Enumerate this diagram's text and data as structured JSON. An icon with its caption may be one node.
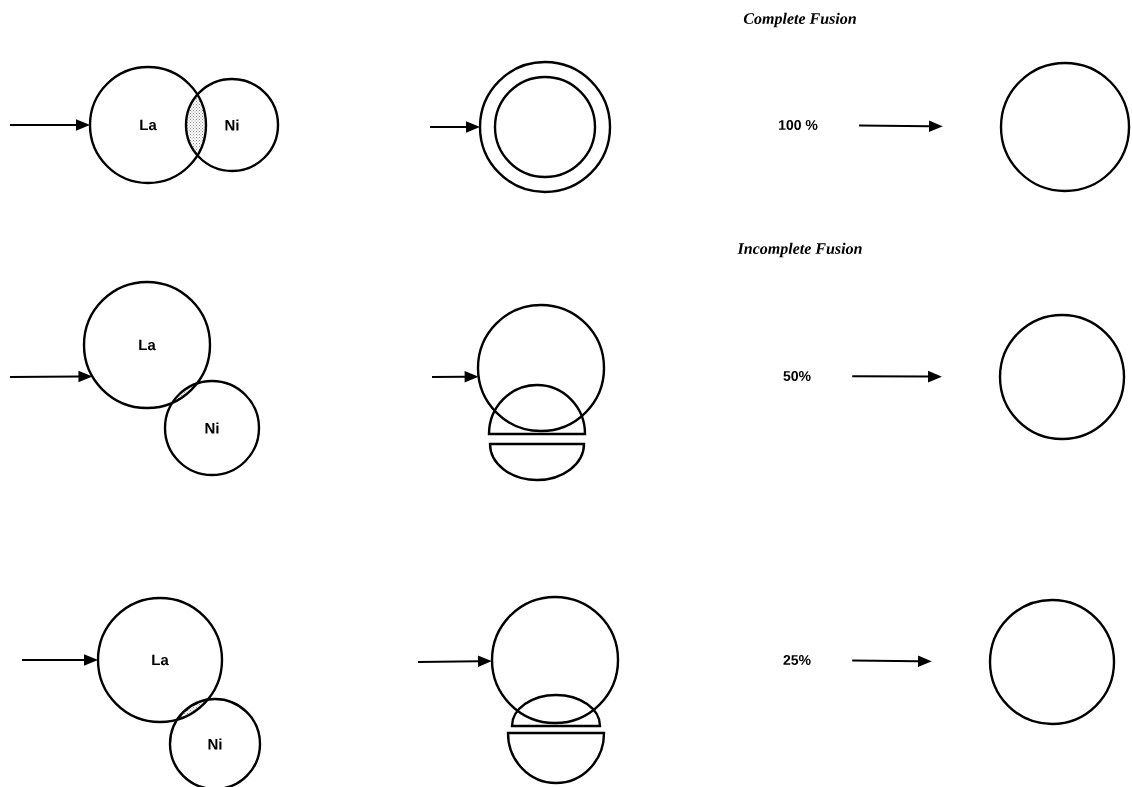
{
  "diagram": {
    "nodes": [
      {
        "text": [
          "La"
        ]
      },
      {
        "text": [
          "Ni"
        ]
      },
      {
        "text": [],
        "shape": "circle"
      },
      {
        "text": [
          "100 %"
        ]
      },
      {
        "text": [],
        "shape": "circle"
      },
      {
        "text": [
          "La"
        ]
      },
      {
        "text": [
          "Ni"
        ]
      },
      {
        "text": [],
        "shape": "circle"
      },
      {
        "text": [
          "50%"
        ]
      },
      {
        "text": [],
        "shape": "circle"
      },
      {
        "text": [
          "La"
        ]
      },
      {
        "text": [
          "Ni"
        ]
      },
      {
        "text": [],
        "shape": "circle"
      },
      {
        "text": [
          "25%"
        ]
      },
      {
        "text": [],
        "shape": "circle"
      }
    ],
    "edges": [
      {
        "from": null,
        "to": 0,
        "arrow": "to"
      },
      {
        "from": null,
        "to": 2,
        "arrow": "to"
      },
      {
        "from": 3,
        "to": 4,
        "arrow": "to"
      },
      {
        "from": null,
        "to": 5,
        "arrow": "to"
      },
      {
        "from": null,
        "to": 7,
        "arrow": "to"
      },
      {
        "from": 8,
        "to": 9,
        "arrow": "to"
      },
      {
        "from": null,
        "to": 10,
        "arrow": "to"
      },
      {
        "from": null,
        "to": 12,
        "arrow": "to"
      },
      {
        "from": 13,
        "to": 14,
        "arrow": "to"
      }
    ],
    "labels": [
      "Complete Fusion",
      "Incomplete Fusion"
    ]
  }
}
